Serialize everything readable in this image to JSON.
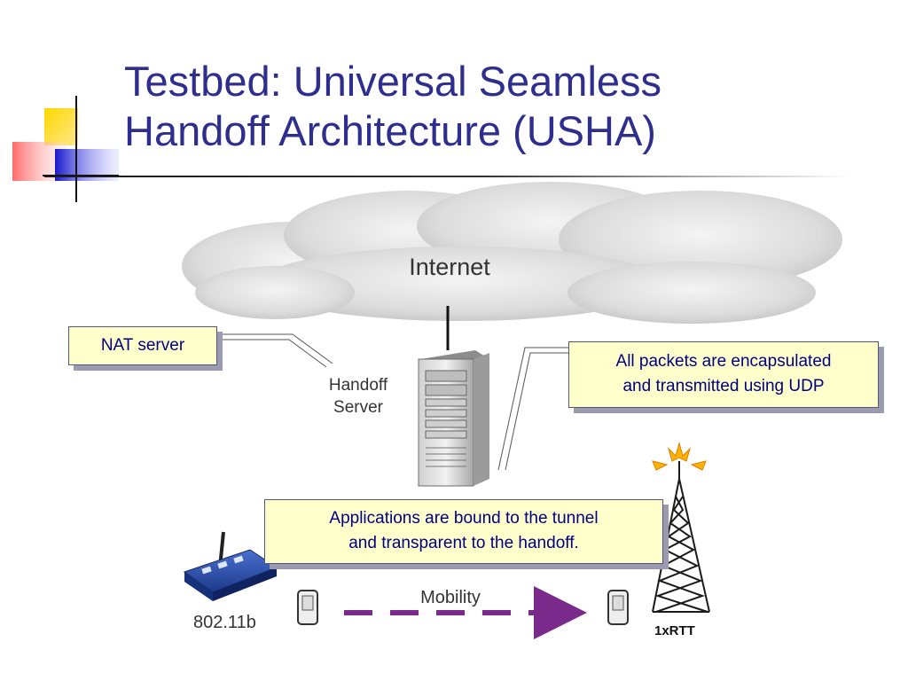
{
  "title": {
    "line1": "Testbed: Universal Seamless",
    "line2": "Handoff Architecture (USHA)"
  },
  "diagram": {
    "cloud_label": "Internet",
    "server_label_line1": "Handoff",
    "server_label_line2": "Server",
    "mobility_label": "Mobility",
    "wifi_label": "802.11b",
    "cell_label": "1xRTT"
  },
  "callouts": {
    "nat": "NAT server",
    "udp_line1": "All packets are encapsulated",
    "udp_line2": "and transmitted using UDP",
    "app_line1": "Applications are bound to the tunnel",
    "app_line2": "and transparent to the handoff."
  },
  "colors": {
    "title": "#2e2e8f",
    "callout_fill": "#ffffcc",
    "callout_text": "#000080",
    "mobility_arrow": "#7a2a8a"
  }
}
